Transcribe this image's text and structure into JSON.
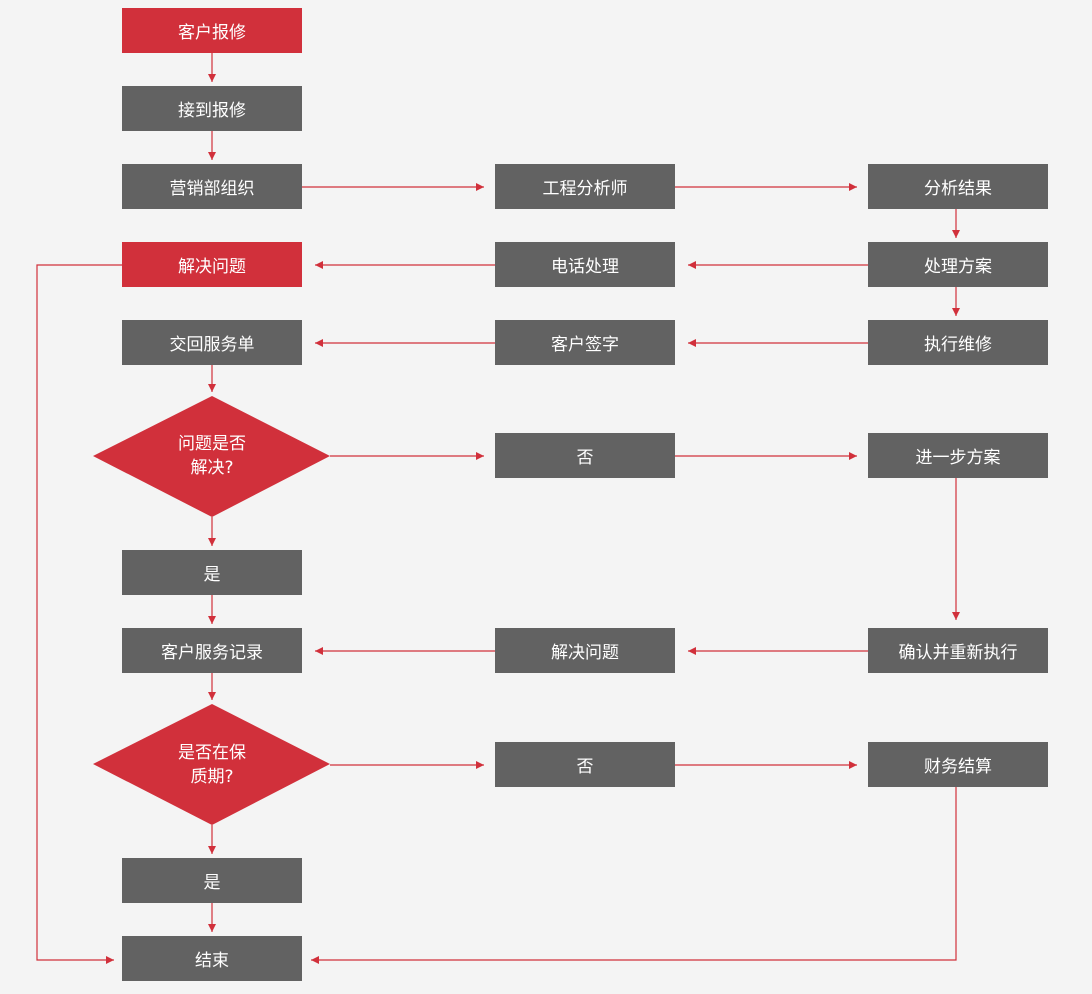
{
  "nodes": {
    "report": "客户报修",
    "receive": "接到报修",
    "marketing": "营销部组织",
    "engineer": "工程分析师",
    "analysis": "分析结果",
    "solve_1": "解决问题",
    "phone": "电话处理",
    "plan": "处理方案",
    "return_form": "交回服务单",
    "sign": "客户签字",
    "execute": "执行维修",
    "resolved_q_line1": "问题是否",
    "resolved_q_line2": "解决?",
    "no_1": "否",
    "further_plan": "进一步方案",
    "yes_1": "是",
    "service_record": "客户服务记录",
    "solve_2": "解决问题",
    "confirm_reexec": "确认并重新执行",
    "warranty_q_line1": "是否在保",
    "warranty_q_line2": "质期?",
    "no_2": "否",
    "finance": "财务结算",
    "yes_2": "是",
    "end": "结束"
  },
  "colors": {
    "red": "#d1303b",
    "gray": "#626262",
    "background": "#f4f4f4",
    "connector": "#d1303b"
  }
}
